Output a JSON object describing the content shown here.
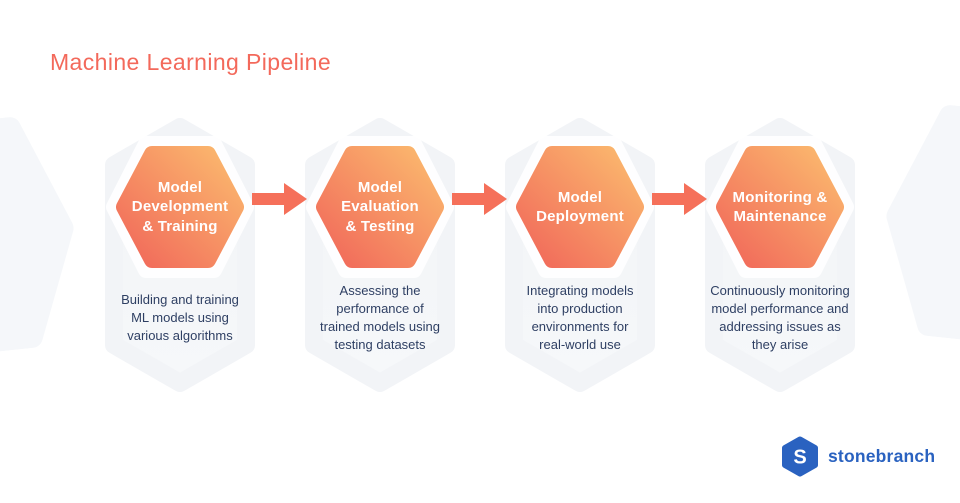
{
  "page": {
    "title": "Machine Learning Pipeline"
  },
  "colors": {
    "title_coral": "#F3695B",
    "arrow_coral": "#F5705A",
    "hexagon_gradient_top_right": "#FBBA6E",
    "hexagon_gradient_bottom_left": "#F1685A",
    "column_gray": "#F2F4F7",
    "description_navy": "#2E3F63",
    "logo_blue": "#2A62C0",
    "page_background": "#FFFFFF"
  },
  "steps": [
    {
      "title": "Model\nDevelopment\n& Training",
      "description": "Building and training\nML models using\nvarious algorithms"
    },
    {
      "title": "Model\nEvaluation\n& Testing",
      "description": "Assessing the\nperformance of\ntrained models using\ntesting datasets"
    },
    {
      "title": "Model\nDeployment",
      "description": "Integrating models\ninto production\nenvironments for\nreal-world use"
    },
    {
      "title": "Monitoring &\nMaintenance",
      "description": "Continuously monitoring\nmodel performance and\naddressing issues as\nthey arise"
    }
  ],
  "logo": {
    "monogram": "S",
    "name": "stonebranch"
  }
}
